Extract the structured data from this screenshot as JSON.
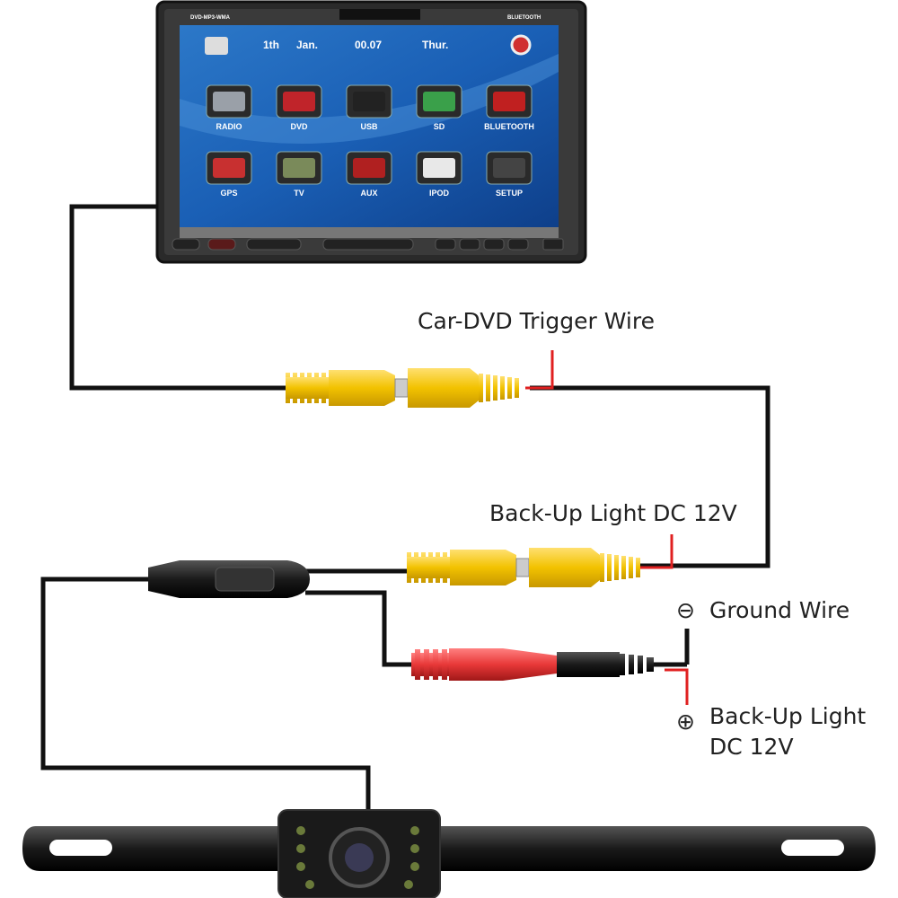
{
  "head_unit": {
    "model_text": "DVD-MP3-WMA",
    "bluetooth_badge": "BLUETOOTH",
    "date_day": "1th",
    "date_month": "Jan.",
    "time": "00.07",
    "weekday": "Thur.",
    "apps": [
      {
        "label": "RADIO",
        "color": "#9aa0a8"
      },
      {
        "label": "DVD",
        "color": "#c0242a"
      },
      {
        "label": "USB",
        "color": "#222222"
      },
      {
        "label": "SD",
        "color": "#3aa04a"
      },
      {
        "label": "BLUETOOTH",
        "color": "#c02020"
      },
      {
        "label": "GPS",
        "color": "#c83030"
      },
      {
        "label": "TV",
        "color": "#7a8a5a"
      },
      {
        "label": "AUX",
        "color": "#b02020"
      },
      {
        "label": "IPOD",
        "color": "#e8e8e8"
      },
      {
        "label": "SETUP",
        "color": "#444444"
      }
    ]
  },
  "labels": {
    "trigger_wire": "Car-DVD Trigger Wire",
    "backup_light_top": "Back-Up Light DC 12V",
    "ground_wire": "Ground Wire",
    "backup_light_line1": "Back-Up Light",
    "backup_light_line2": "DC 12V",
    "minus_symbol": "⊖",
    "plus_symbol": "⊕"
  },
  "colors": {
    "wire": "#111111",
    "rca_yellow": "#f2c200",
    "trigger_red": "#e02020",
    "power_red": "#e83838"
  }
}
